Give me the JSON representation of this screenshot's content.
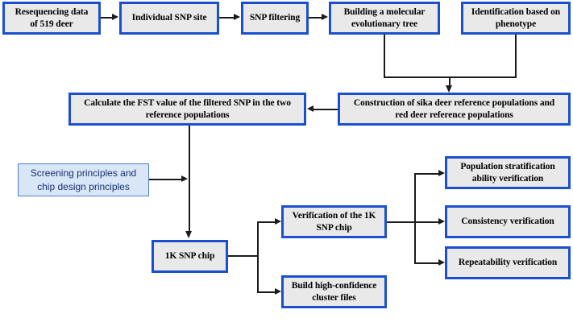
{
  "diagram": {
    "title": "SNP chip development workflow",
    "colors": {
      "node_fill": "#e9e9e9",
      "node_border": "#1a4fd0",
      "note_fill": "#d9e6f7",
      "note_border": "#4f7fc8",
      "note_text": "#16306b",
      "connector": "#1b1b1b",
      "background": "#ffffff"
    },
    "nodes": [
      {
        "id": "resequencing",
        "label": "Resequencing data\nof 519 deer"
      },
      {
        "id": "snp_site",
        "label": "Individual SNP site"
      },
      {
        "id": "snp_filtering",
        "label": "SNP filtering"
      },
      {
        "id": "tree",
        "label": "Building a molecular\nevolutionary tree"
      },
      {
        "id": "phenotype",
        "label": "Identification based on\nphenotype"
      },
      {
        "id": "fst",
        "label": "Calculate the FST value of the filtered SNP in the two\nreference populations"
      },
      {
        "id": "reference_pops",
        "label": "Construction of sika deer reference populations and\nred deer reference populations"
      },
      {
        "id": "principles",
        "label": "Screening principles and\nchip design principles"
      },
      {
        "id": "chip",
        "label": "1K SNP chip"
      },
      {
        "id": "verification",
        "label": "Verification of the 1K\nSNP chip"
      },
      {
        "id": "cluster_files",
        "label": "Build high-confidence\ncluster files"
      },
      {
        "id": "stratification",
        "label": "Population stratification\nability verification"
      },
      {
        "id": "consistency",
        "label": "Consistency verification"
      },
      {
        "id": "repeatability",
        "label": "Repeatability verification"
      }
    ]
  }
}
